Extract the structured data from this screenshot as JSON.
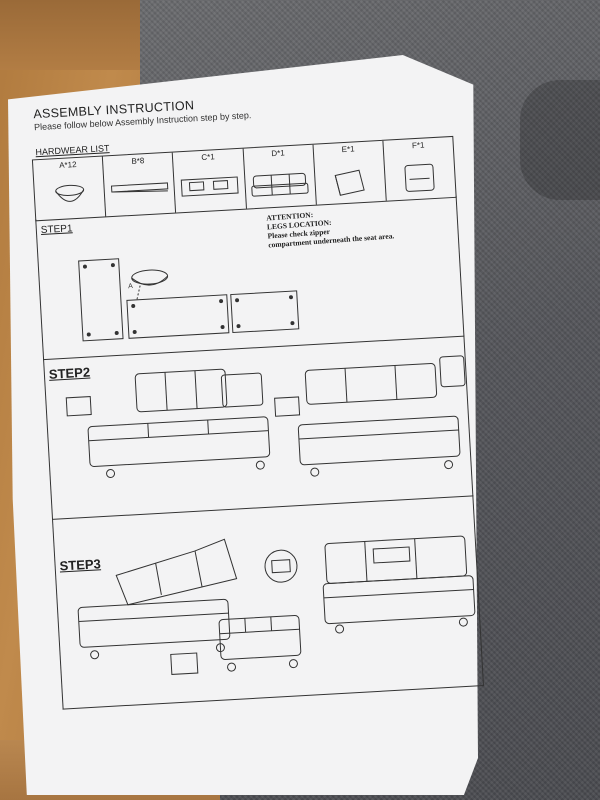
{
  "document": {
    "title": "ASSEMBLY INSTRUCTION",
    "subtitle": "Please follow below Assembly Instruction step by step.",
    "hardware_label": "HARDWEAR LIST",
    "hardware": [
      {
        "label": "A*12",
        "icon": "leg-icon"
      },
      {
        "label": "B*8",
        "icon": "bolt-bracket-icon"
      },
      {
        "label": "C*1",
        "icon": "console-icon"
      },
      {
        "label": "D*1",
        "icon": "sofa-icon"
      },
      {
        "label": "E*1",
        "icon": "armrest-icon"
      },
      {
        "label": "F*1",
        "icon": "backrest-icon"
      }
    ],
    "step1": {
      "label": "STEP1",
      "attention_lines": [
        "ATTENTION:",
        "LEGS LOCATION:",
        "Please check zipper",
        "compartment underneath the seat area."
      ],
      "callout": "A"
    },
    "step2": {
      "label": "STEP2"
    },
    "step3": {
      "label": "STEP3"
    }
  },
  "colors": {
    "paper": "#f3f3f4",
    "ink": "#222222",
    "fabric": "#5a5b5f",
    "cardboard": "#b5804a"
  }
}
